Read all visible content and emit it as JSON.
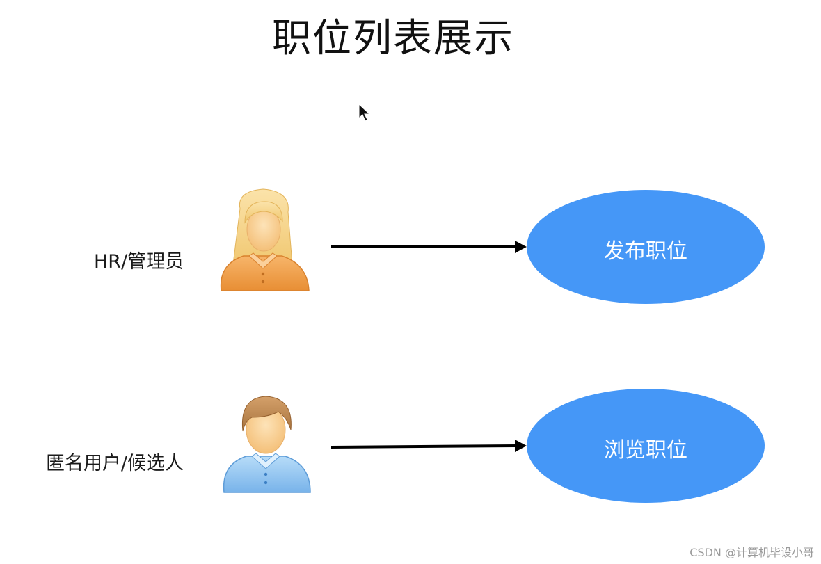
{
  "title": "职位列表展示",
  "actors": [
    {
      "label": "HR/管理员",
      "icon": "female-user-icon"
    },
    {
      "label": "匿名用户/候选人",
      "icon": "male-user-icon"
    }
  ],
  "use_cases": [
    {
      "label": "发布职位"
    },
    {
      "label": "浏览职位"
    }
  ],
  "watermark": "CSDN @计算机毕设小哥",
  "colors": {
    "ellipse": "#4597f7",
    "arrow": "#000000",
    "female_hair": "#f5d189",
    "female_shirt": "#f0a350",
    "male_hair": "#c08a52",
    "male_shirt": "#8ec4f0"
  }
}
